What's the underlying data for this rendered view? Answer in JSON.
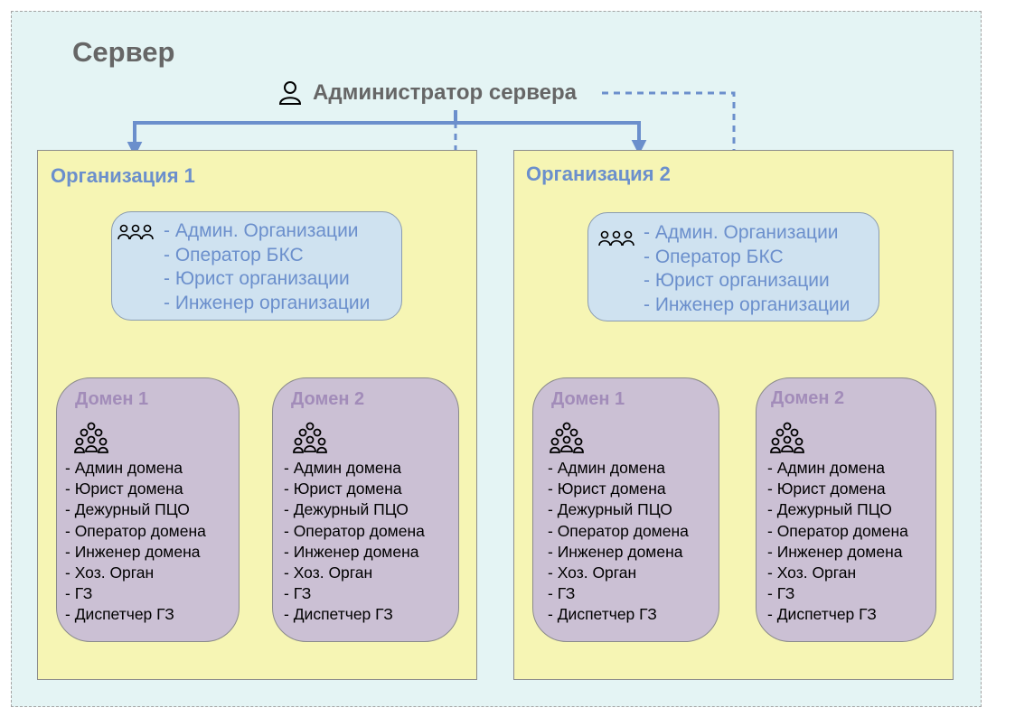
{
  "server": {
    "title": "Сервер"
  },
  "admin": {
    "label": "Администратор сервера",
    "icon": "user-outline-icon"
  },
  "organizations": [
    {
      "title": "Организация 1",
      "roles": [
        "- Админ. Организации",
        "- Оператор БКС",
        "- Юрист организации",
        "- Инженер организации"
      ],
      "domains": [
        {
          "title": "Домен 1",
          "roles": [
            "- Админ домена",
            "- Юрист домена",
            "- Дежурный ПЦО",
            "- Оператор домена",
            "- Инженер домена",
            "- Хоз. Орган",
            "- ГЗ",
            "- Диспетчер ГЗ"
          ]
        },
        {
          "title": "Домен 2",
          "roles": [
            "- Админ домена",
            "- Юрист домена",
            "- Дежурный ПЦО",
            "- Оператор домена",
            "- Инженер домена",
            "- Хоз. Орган",
            "- ГЗ",
            "- Диспетчер ГЗ"
          ]
        }
      ]
    },
    {
      "title": "Организация 2",
      "roles": [
        "- Админ. Организации",
        "- Оператор БКС",
        "- Юрист организации",
        "- Инженер организации"
      ],
      "domains": [
        {
          "title": "Домен 1",
          "roles": [
            "- Админ домена",
            "- Юрист домена",
            "- Дежурный ПЦО",
            "- Оператор домена",
            "- Инженер домена",
            "- Хоз. Орган",
            "- ГЗ",
            "- Диспетчер ГЗ"
          ]
        },
        {
          "title": "Домен 2",
          "roles": [
            "- Админ домена",
            "- Юрист домена",
            "- Дежурный ПЦО",
            "- Оператор домена",
            "- Инженер домена",
            "- Хоз. Орган",
            "- ГЗ",
            "- Диспетчер ГЗ"
          ]
        }
      ]
    }
  ],
  "colors": {
    "server_bg": "#e4f4f4",
    "org_bg": "#f6f5b4",
    "roles_bg": "#cfe2f0",
    "domain_bg": "#cbc0d4",
    "blue_accent": "#6b8fcc",
    "purple_accent": "#a28cb9",
    "title_gray": "#666666"
  }
}
